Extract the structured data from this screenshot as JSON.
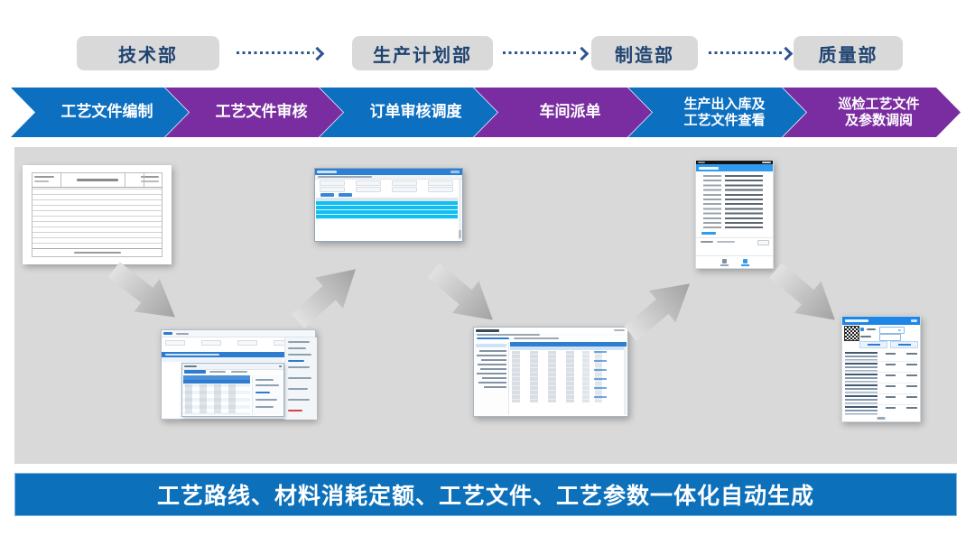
{
  "colors": {
    "step_blue": "#0d6fc0",
    "step_purple": "#7a2da0",
    "dept_box_bg": "#d9d9d9",
    "dept_text": "#1f4370",
    "dotted_arrow": "#2d5591",
    "panel_bg": "#d9d9d9",
    "footer_bg": "#0c70ba",
    "footer_text": "#ffffff",
    "highlight_cyan": "#12bdf0",
    "app_blue": "#2e7cd0"
  },
  "departments": {
    "items": [
      {
        "label": "技术部"
      },
      {
        "label": "生产计划部"
      },
      {
        "label": "制造部"
      },
      {
        "label": "质量部"
      }
    ]
  },
  "process_steps": {
    "items": [
      {
        "line1": "工艺文件编制",
        "line2": "",
        "color": "#0d6fc0"
      },
      {
        "line1": "工艺文件审核",
        "line2": "",
        "color": "#7a2da0"
      },
      {
        "line1": "订单审核调度",
        "line2": "",
        "color": "#0d6fc0"
      },
      {
        "line1": "车间派单",
        "line2": "",
        "color": "#7a2da0"
      },
      {
        "line1": "生产出入库及",
        "line2": "工艺文件查看",
        "color": "#0d6fc0"
      },
      {
        "line1": "巡检工艺文件",
        "line2": "及参数调阅",
        "color": "#7a2da0"
      }
    ]
  },
  "workflow_panel": {
    "screenshots": [
      {
        "name": "process-card-document"
      },
      {
        "name": "erp-editor-with-dialog"
      },
      {
        "name": "order-review-window"
      },
      {
        "name": "dispatch-grid-window"
      },
      {
        "name": "mobile-production-detail"
      },
      {
        "name": "mobile-inspection-list"
      }
    ],
    "arrow_icon": "flow-arrow-icon"
  },
  "footer": {
    "label": "工艺路线、材料消耗定额、工艺文件、工艺参数一体化自动生成"
  }
}
